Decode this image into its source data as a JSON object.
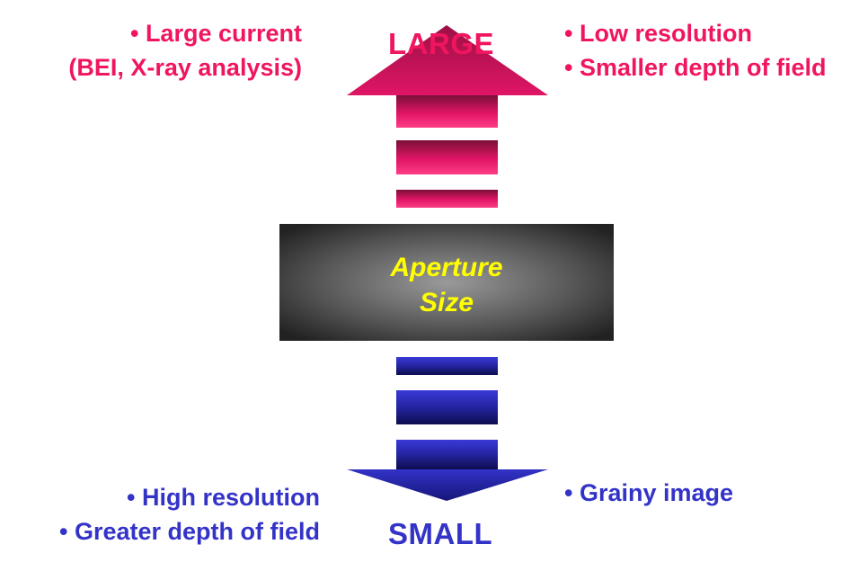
{
  "top": {
    "label": "LARGE",
    "left_bullets": [
      "• Large current",
      "(BEI, X-ray analysis)"
    ],
    "right_bullets": [
      "• Low resolution",
      "• Smaller depth of field"
    ]
  },
  "bottom": {
    "label": "SMALL",
    "left_bullets": [
      "• High resolution",
      "• Greater depth of field"
    ],
    "right_bullets": [
      "• Grainy image"
    ]
  },
  "center": {
    "line1": "Aperture",
    "line2": "Size"
  },
  "colors": {
    "large_accent": "#f0155f",
    "small_accent": "#3433c8",
    "center_box": "#4a4a4a",
    "center_text": "#ffff00"
  }
}
